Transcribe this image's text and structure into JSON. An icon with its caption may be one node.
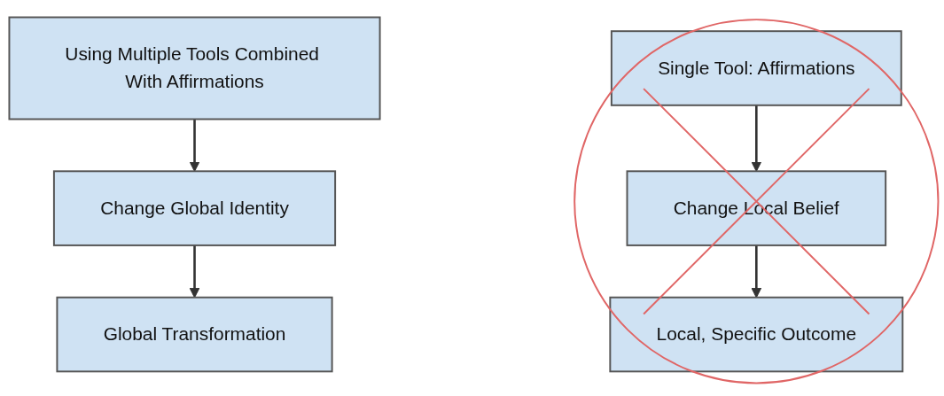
{
  "diagram": {
    "nodes": [
      {
        "text": [
          "Using Multiple Tools Combined With Affirmations"
        ]
      },
      {
        "text": [
          "Change Global Identity"
        ]
      },
      {
        "text": [
          "Global Transformation"
        ]
      },
      {
        "text": [
          "Single Tool: Affirmations"
        ]
      },
      {
        "text": [
          "Change Local Belief"
        ]
      },
      {
        "text": [
          "Local, Specific Outcome"
        ]
      }
    ],
    "edges": [
      {
        "from": 0,
        "to": 1,
        "arrow": "to"
      },
      {
        "from": 1,
        "to": 2,
        "arrow": "to"
      },
      {
        "from": 3,
        "to": 4,
        "arrow": "to"
      },
      {
        "from": 4,
        "to": 5,
        "arrow": "to"
      }
    ]
  }
}
